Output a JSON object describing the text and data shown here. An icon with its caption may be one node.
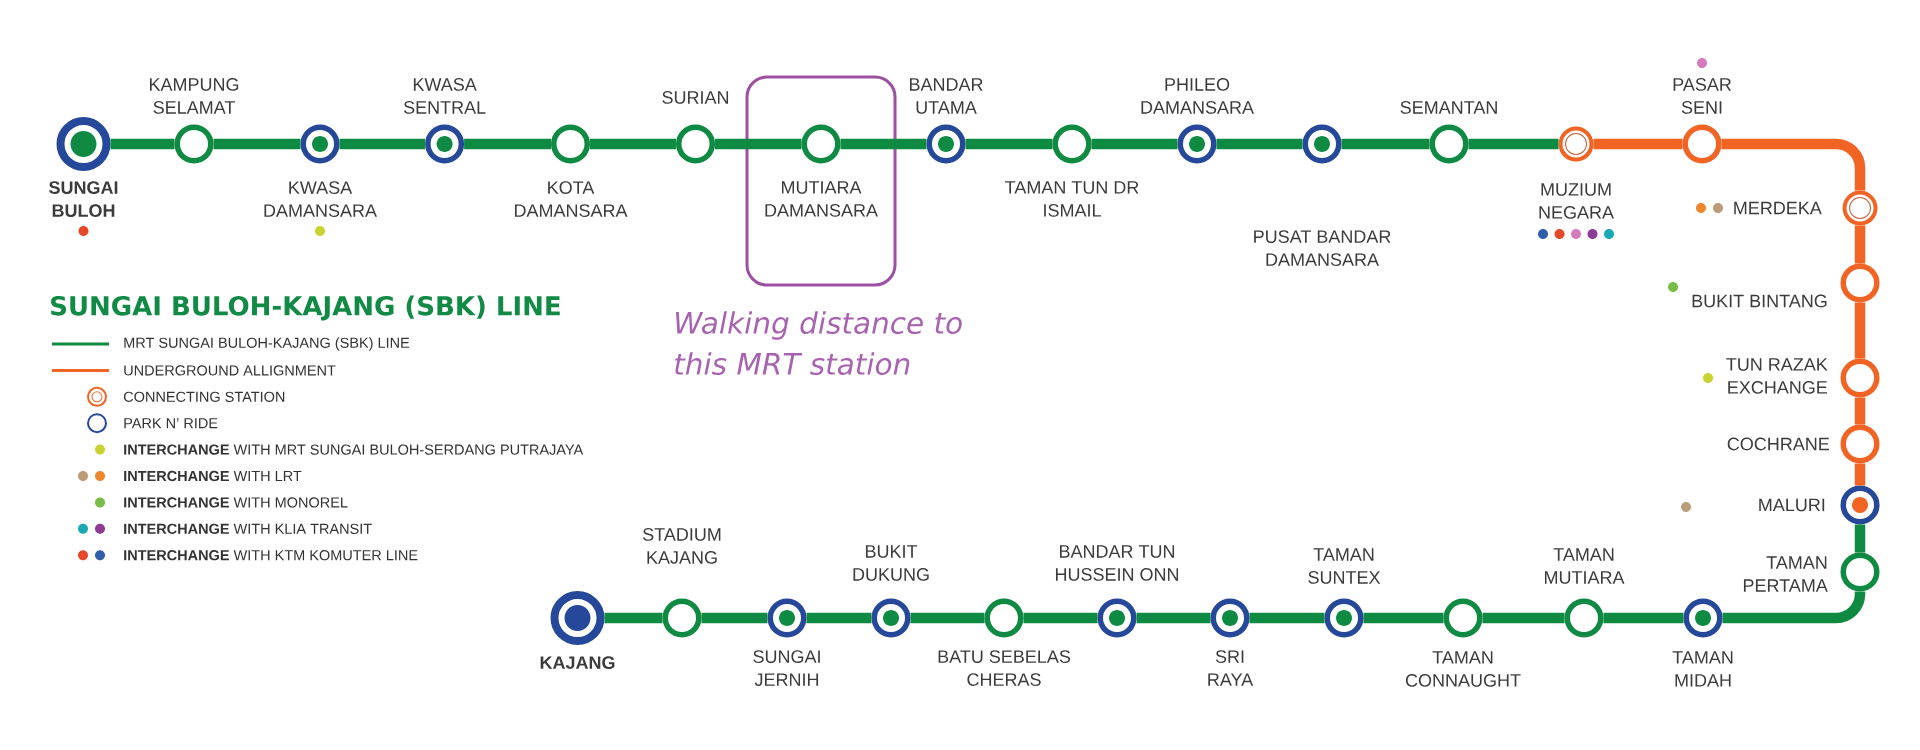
{
  "diagram": {
    "title": "SUNGAI BULOH-KAJANG (SBK) LINE",
    "nodes": [
      {
        "text": [],
        "shape": "circle",
        "beside": [
          "SUNGAI BULOH"
        ]
      },
      {
        "text": [],
        "shape": "circle",
        "beside": [
          "KAMPUNG SELAMAT"
        ]
      },
      {
        "text": [],
        "shape": "circle",
        "beside": [
          "KWASA DAMANSARA"
        ]
      },
      {
        "text": [],
        "shape": "circle",
        "beside": [
          "KWASA SENTRAL"
        ]
      },
      {
        "text": [],
        "shape": "circle",
        "beside": [
          "KOTA DAMANSARA"
        ]
      },
      {
        "text": [],
        "shape": "circle",
        "beside": [
          "SURIAN"
        ]
      },
      {
        "text": [],
        "shape": "box",
        "beside": [
          "Walking distance to this MRT station"
        ]
      },
      {
        "text": [],
        "shape": "circle",
        "beside": [
          "MUTIARA DAMANSARA"
        ],
        "in": 6
      },
      {
        "text": [],
        "shape": "circle",
        "beside": [
          "BANDAR UTAMA"
        ]
      },
      {
        "text": [],
        "shape": "circle",
        "beside": [
          "TAMAN TUN DR ISMAIL"
        ]
      },
      {
        "text": [],
        "shape": "circle",
        "beside": [
          "PHILEO DAMANSARA"
        ]
      },
      {
        "text": [],
        "shape": "circle",
        "beside": [
          "PUSAT BANDAR DAMANSARA"
        ]
      },
      {
        "text": [],
        "shape": "circle",
        "beside": [
          "SEMANTAN"
        ]
      },
      {
        "text": [],
        "shape": "circle",
        "beside": [
          "MUZIUM NEGARA"
        ]
      },
      {
        "text": [],
        "shape": "circle",
        "beside": [
          "PASAR SENI"
        ]
      },
      {
        "text": [],
        "shape": "circle",
        "beside": [
          "MERDEKA"
        ]
      },
      {
        "text": [],
        "shape": "circle",
        "beside": [
          "BUKIT BINTANG"
        ]
      },
      {
        "text": [],
        "shape": "circle",
        "beside": [
          "TUN RAZAK EXCHANGE"
        ]
      },
      {
        "text": [],
        "shape": "circle",
        "beside": [
          "COCHRANE"
        ]
      },
      {
        "text": [],
        "shape": "circle",
        "beside": [
          "MALURI"
        ]
      },
      {
        "text": [],
        "shape": "circle",
        "beside": [
          "TAMAN PERTAMA"
        ]
      },
      {
        "text": [],
        "shape": "circle",
        "beside": [
          "TAMAN MIDAH"
        ]
      },
      {
        "text": [],
        "shape": "circle",
        "beside": [
          "TAMAN MUTIARA"
        ]
      },
      {
        "text": [],
        "shape": "circle",
        "beside": [
          "TAMAN CONNAUGHT"
        ]
      },
      {
        "text": [],
        "shape": "circle",
        "beside": [
          "TAMAN SUNTEX"
        ]
      },
      {
        "text": [],
        "shape": "circle",
        "beside": [
          "SRI RAYA"
        ]
      },
      {
        "text": [],
        "shape": "circle",
        "beside": [
          "BANDAR TUN HUSSEIN ONN"
        ]
      },
      {
        "text": [],
        "shape": "circle",
        "beside": [
          "BATU SEBELAS CHERAS"
        ]
      },
      {
        "text": [],
        "shape": "circle",
        "beside": [
          "BUKIT DUKUNG"
        ]
      },
      {
        "text": [],
        "shape": "circle",
        "beside": [
          "SUNGAI JERNIH"
        ]
      },
      {
        "text": [],
        "shape": "circle",
        "beside": [
          "STADIUM KAJANG"
        ]
      },
      {
        "text": [],
        "shape": "circle",
        "beside": [
          "KAJANG"
        ]
      }
    ],
    "edges": [
      {
        "from": 0,
        "to": 1,
        "arrow": "none"
      },
      {
        "from": 1,
        "to": 2,
        "arrow": "none"
      },
      {
        "from": 2,
        "to": 3,
        "arrow": "none"
      },
      {
        "from": 3,
        "to": 4,
        "arrow": "none"
      },
      {
        "from": 4,
        "to": 5,
        "arrow": "none"
      },
      {
        "from": 5,
        "to": 7,
        "arrow": "none"
      },
      {
        "from": 7,
        "to": 8,
        "arrow": "none"
      },
      {
        "from": 8,
        "to": 9,
        "arrow": "none"
      },
      {
        "from": 9,
        "to": 10,
        "arrow": "none"
      },
      {
        "from": 10,
        "to": 11,
        "arrow": "none"
      },
      {
        "from": 11,
        "to": 12,
        "arrow": "none"
      },
      {
        "from": 12,
        "to": 13,
        "arrow": "none"
      },
      {
        "from": 13,
        "to": 14,
        "arrow": "none",
        "color": "#f26424"
      },
      {
        "from": 14,
        "to": 15,
        "arrow": "none",
        "color": "#f26424"
      },
      {
        "from": 15,
        "to": 16,
        "arrow": "none",
        "color": "#f26424"
      },
      {
        "from": 16,
        "to": 17,
        "arrow": "none",
        "color": "#f26424"
      },
      {
        "from": 17,
        "to": 18,
        "arrow": "none",
        "color": "#f26424"
      },
      {
        "from": 18,
        "to": 19,
        "arrow": "none",
        "color": "#f26424"
      },
      {
        "from": 19,
        "to": 20,
        "arrow": "none"
      },
      {
        "from": 20,
        "to": 21,
        "arrow": "none"
      },
      {
        "from": 21,
        "to": 22,
        "arrow": "none"
      },
      {
        "from": 22,
        "to": 23,
        "arrow": "none"
      },
      {
        "from": 23,
        "to": 24,
        "arrow": "none"
      },
      {
        "from": 24,
        "to": 25,
        "arrow": "none"
      },
      {
        "from": 25,
        "to": 26,
        "arrow": "none"
      },
      {
        "from": 26,
        "to": 27,
        "arrow": "none"
      },
      {
        "from": 27,
        "to": 28,
        "arrow": "none"
      },
      {
        "from": 28,
        "to": 29,
        "arrow": "none"
      },
      {
        "from": 29,
        "to": 30,
        "arrow": "none"
      },
      {
        "from": 30,
        "to": 31,
        "arrow": "none"
      }
    ],
    "legend": [
      {
        "text": "MRT SUNGAI BULOH-KAJANG (SBK) LINE"
      },
      {
        "text": "UNDERGROUND ALLIGNMENT"
      },
      {
        "text": "CONNECTING STATION"
      },
      {
        "text": "PARK N’ RIDE"
      },
      {
        "text": "**INTERCHANGE** WITH MRT SUNGAI BULOH-SERDANG PUTRAJAYA",
        "color": "#c8d32f"
      },
      {
        "text": "**INTERCHANGE** WITH LRT"
      },
      {
        "text": "**INTERCHANGE** WITH MONOREL",
        "color": "#78bd45"
      },
      {
        "text": "**INTERCHANGE** WITH KLIA TRANSIT"
      },
      {
        "text": "**INTERCHANGE** WITH KTM KOMUTER LINE"
      }
    ]
  }
}
